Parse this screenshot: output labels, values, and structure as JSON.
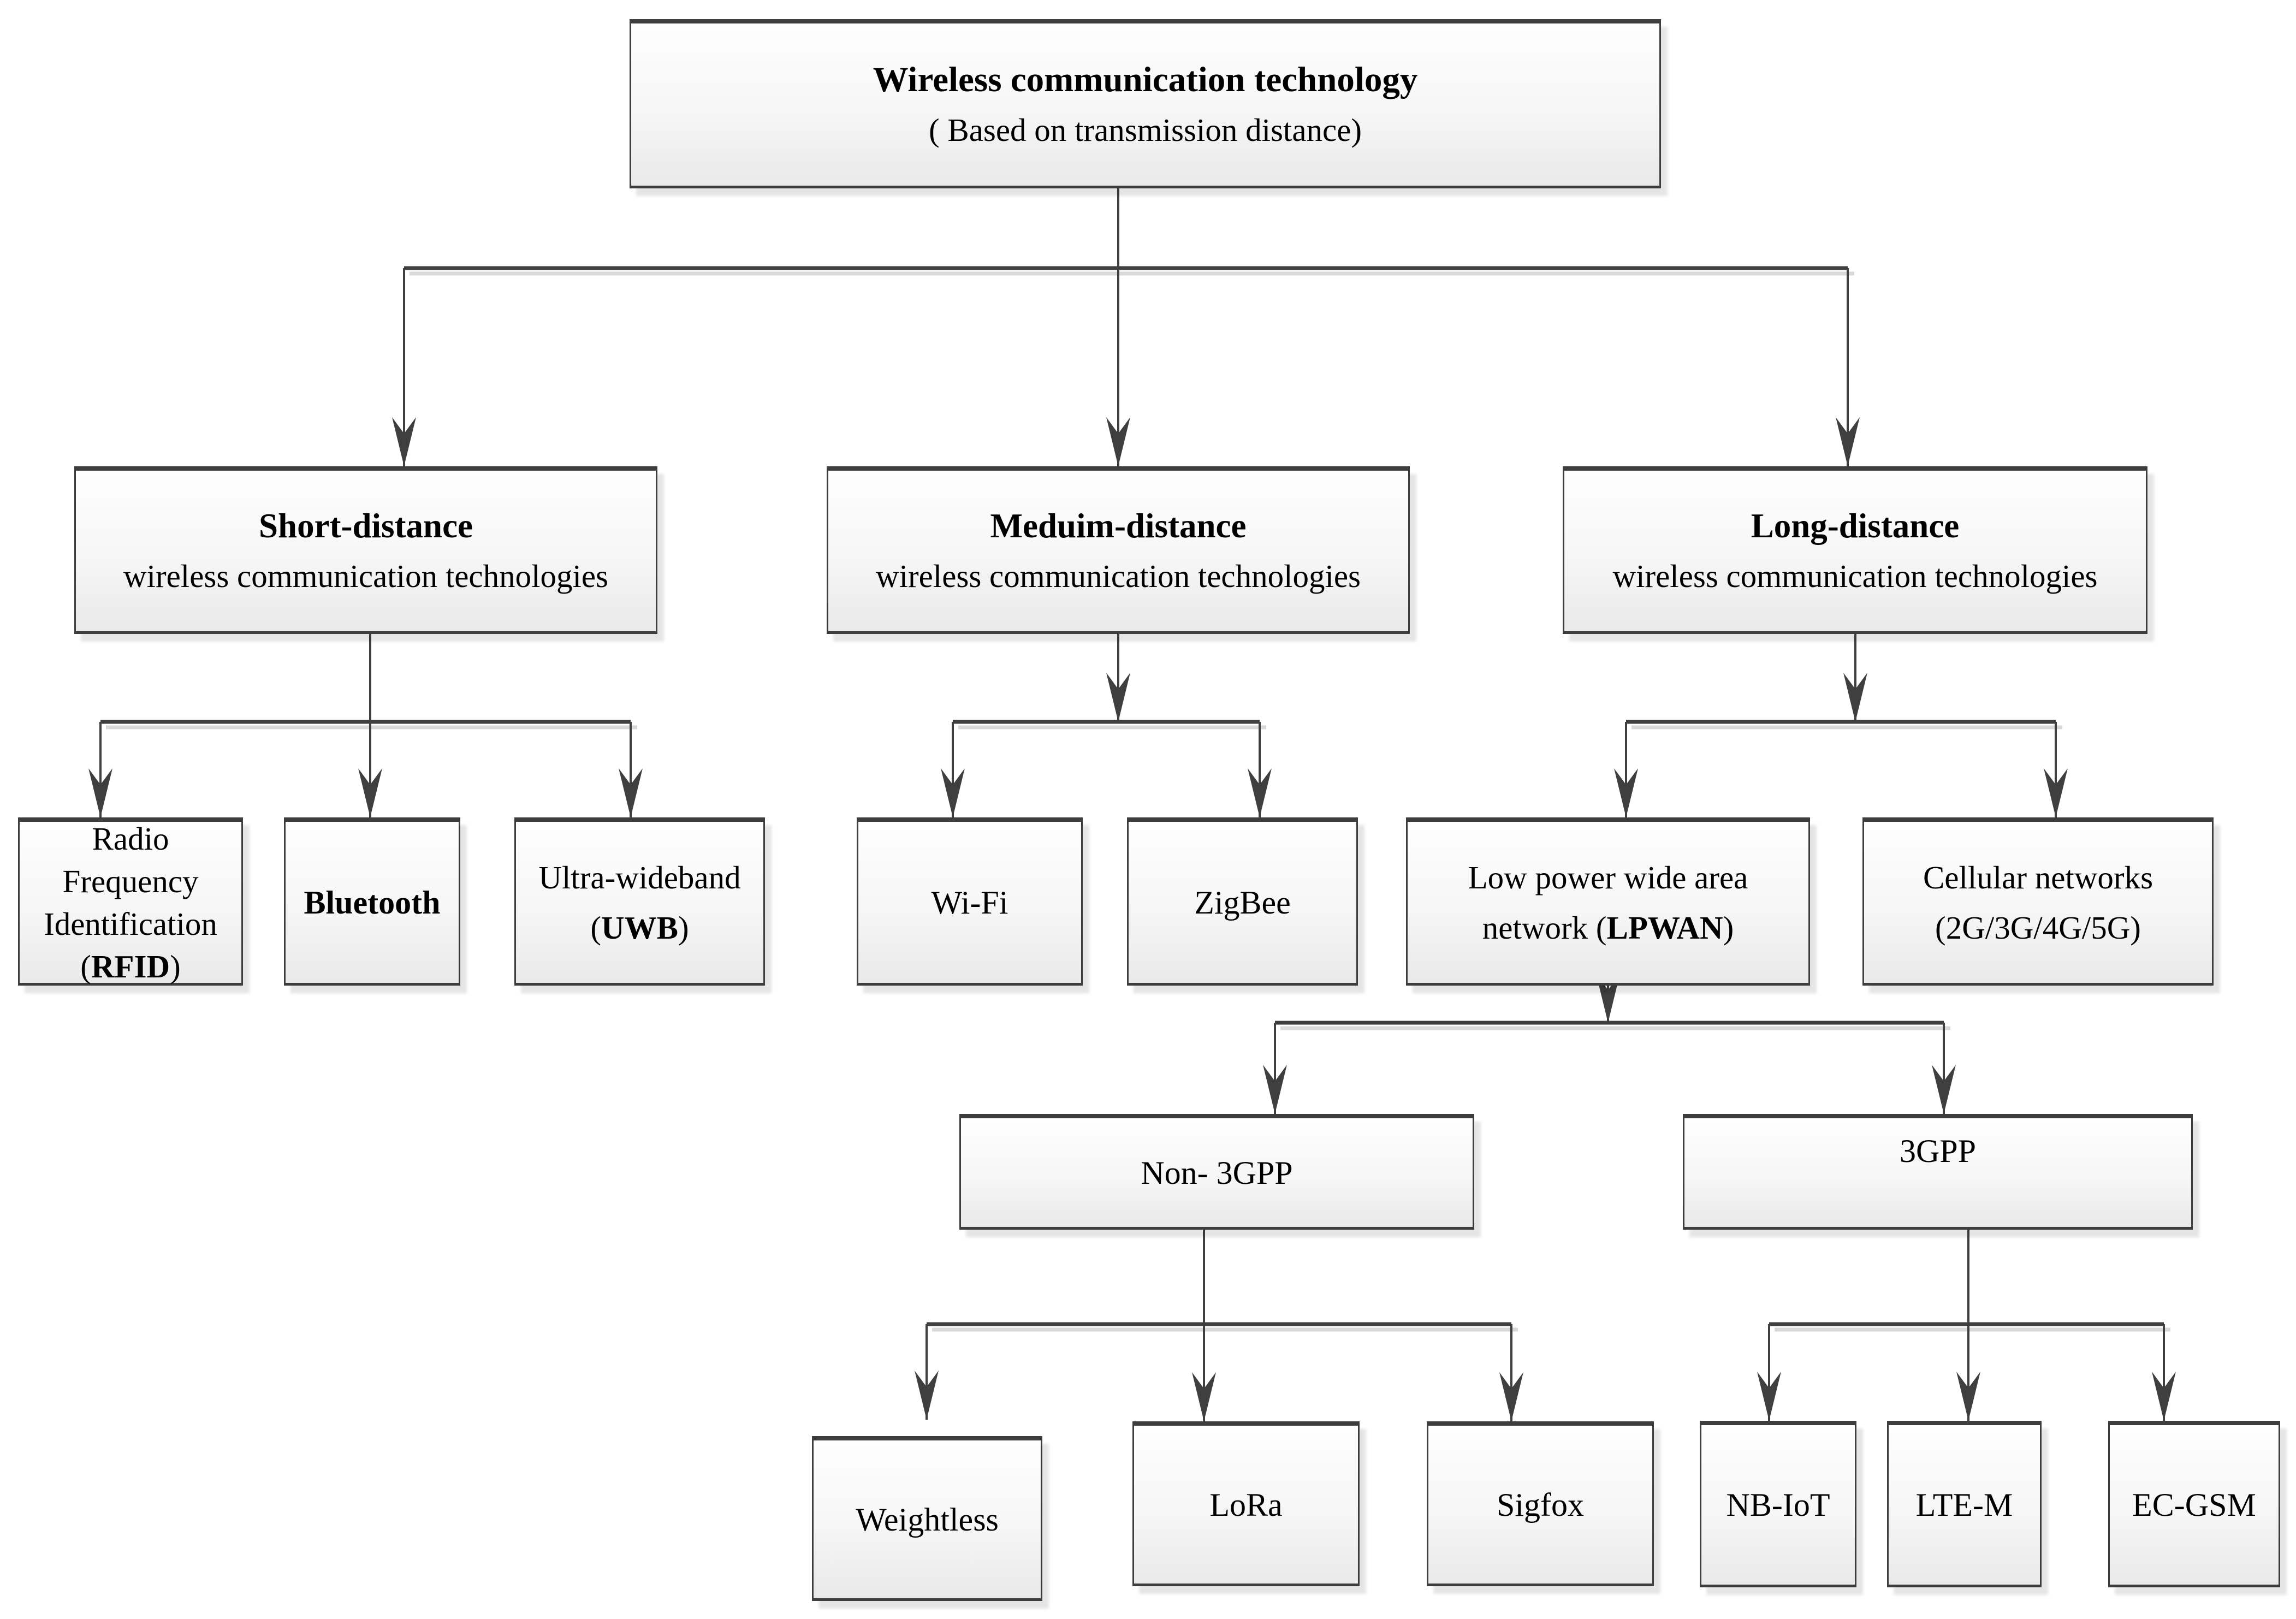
{
  "colors": {
    "box_border": "#3d3d3d",
    "connector_line": "#3f3f3f",
    "connector_shadow": "#d9d9d9",
    "box_fill_top": "#fefefe",
    "box_fill_bottom": "#e9e9e9"
  },
  "nodes": {
    "root": {
      "title": "Wireless communication technology",
      "subtitle": "( Based on transmission distance)"
    },
    "short": {
      "title": "Short-distance",
      "subtitle": "wireless communication technologies"
    },
    "medium": {
      "title": "Meduim-distance",
      "subtitle": "wireless communication technologies"
    },
    "long": {
      "title": "Long-distance",
      "subtitle": "wireless communication technologies"
    },
    "rfid": {
      "l1": "Radio",
      "l2": "Frequency",
      "l3": "Identification",
      "paren_open": "(",
      "abbr": "RFID",
      "paren_close": ")"
    },
    "bluetooth": {
      "label": "Bluetooth"
    },
    "uwb": {
      "l1": "Ultra-wideband",
      "paren_open": "(",
      "abbr": "UWB",
      "paren_close": ")"
    },
    "wifi": {
      "label": "Wi-Fi"
    },
    "zigbee": {
      "label": "ZigBee"
    },
    "lpwan": {
      "l1": "Low power wide area",
      "l2_pre": "network (",
      "abbr": "LPWAN",
      "l2_post": ")"
    },
    "cellular": {
      "l1": "Cellular networks",
      "l2": "(2G/3G/4G/5G)"
    },
    "non3gpp": {
      "label": "Non- 3GPP"
    },
    "threegpp": {
      "label": "3GPP"
    },
    "weightless": {
      "label": "Weightless"
    },
    "lora": {
      "label": "LoRa"
    },
    "sigfox": {
      "label": "Sigfox"
    },
    "nbiot": {
      "label": "NB-IoT"
    },
    "ltem": {
      "label": "LTE-M"
    },
    "ecgsm": {
      "label": "EC-GSM"
    }
  }
}
